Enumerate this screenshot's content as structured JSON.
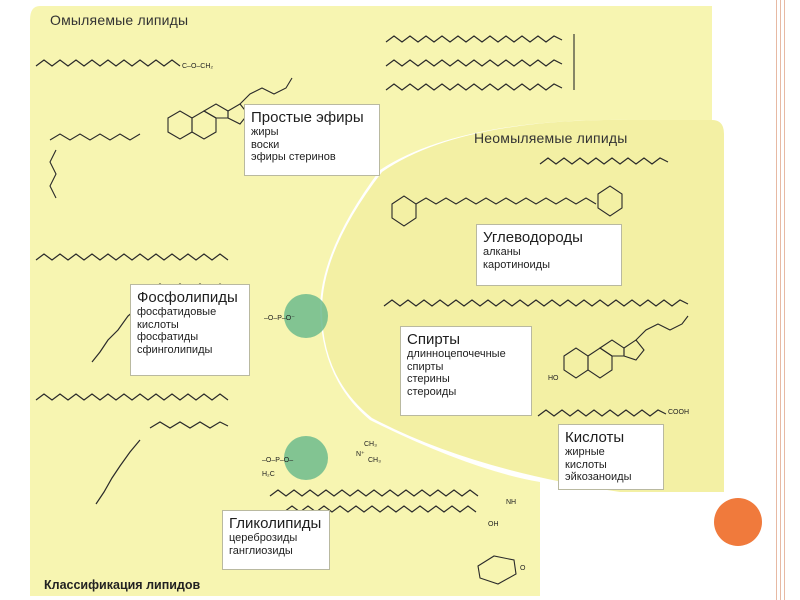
{
  "sections": {
    "saponifiable_title": "Омыляемые липиды",
    "unsaponifiable_title": "Неомыляемые липиды"
  },
  "groups": [
    {
      "title": "Простые эфиры",
      "items": [
        "жиры",
        "воски",
        "эфиры стеринов"
      ]
    },
    {
      "title": "Фосфолипиды",
      "items": [
        "фосфатидовые",
        "кислоты",
        "фосфатиды",
        "сфинголипиды"
      ]
    },
    {
      "title": "Гликолипиды",
      "items": [
        "цереброзиды",
        "ганглиозиды"
      ]
    },
    {
      "title": "Углеводороды",
      "items": [
        "алканы",
        "каротиноиды"
      ]
    },
    {
      "title": "Спирты",
      "items": [
        "длинноцепочечные",
        "спирты",
        "стерины",
        "стероиды"
      ]
    },
    {
      "title": "Кислоты",
      "items": [
        "жирные",
        "кислоты",
        "эйкозаноиды"
      ]
    }
  ],
  "structure_labels": {
    "ester_link": "C–O–CH₂",
    "ho": "HO",
    "cooh": "COOH",
    "phosphate_1": "–O–P–O⁻",
    "phosphate_2": "–O–P–O–",
    "ch3": "CH₃",
    "nplus": "N⁺",
    "h2c": "H₂C",
    "nh": "NH",
    "oh": "OH",
    "o": "O"
  },
  "caption": "Классификация липидов",
  "colors": {
    "background_yellow": "#f7f5b1",
    "inner_yellow": "#f3f0a4",
    "phosphate_green": "#6dbb8d",
    "accent_orange": "#f07a3c",
    "frame_line": "#e7b9a3"
  }
}
